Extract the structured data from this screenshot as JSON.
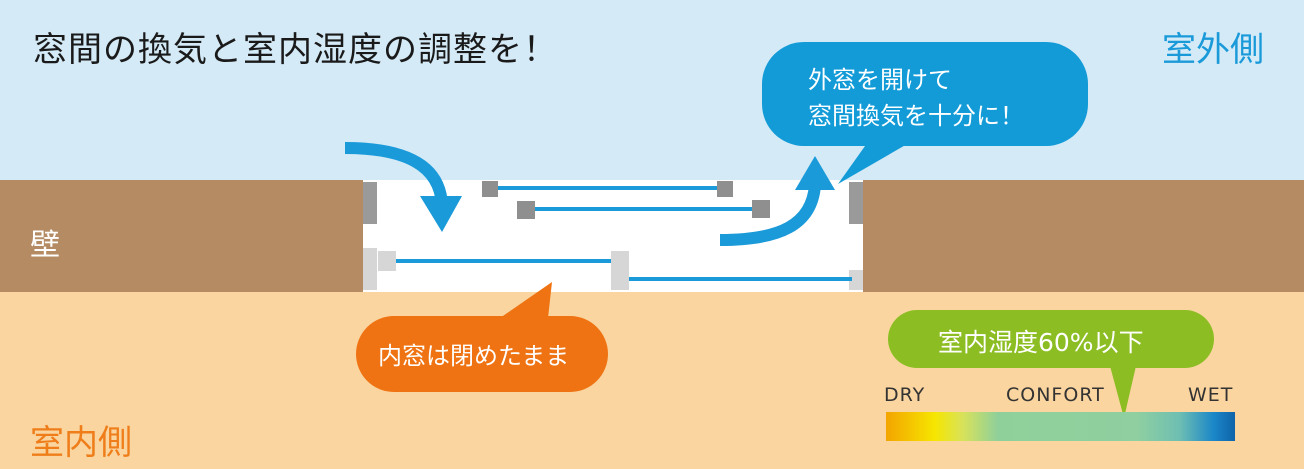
{
  "title": "窓間の換気と室内湿度の調整を！",
  "zones": {
    "outdoor": "室外側",
    "wall": "壁",
    "indoor": "室内側"
  },
  "bubbles": {
    "outer_window": {
      "line1": "外窓を開けて",
      "line2": "窓間換気を十分に！"
    },
    "inner_window": {
      "line1": "内窓は閉めたまま"
    },
    "humidity": {
      "line1": "室内湿度60%以下"
    }
  },
  "humidity_scale": {
    "dry": "DRY",
    "comfort": "CONFORT",
    "wet": "WET"
  },
  "icons": [
    "air-in-arrow-icon",
    "air-out-arrow-icon"
  ],
  "colors": {
    "outdoor_bg": "#d4eaf7",
    "wall": "#b58b63",
    "indoor_bg": "#fad59f",
    "accent_blue": "#139bd8",
    "accent_orange": "#ef7312",
    "accent_green": "#8cbe23",
    "arrow_blue": "#1a9ad9"
  }
}
